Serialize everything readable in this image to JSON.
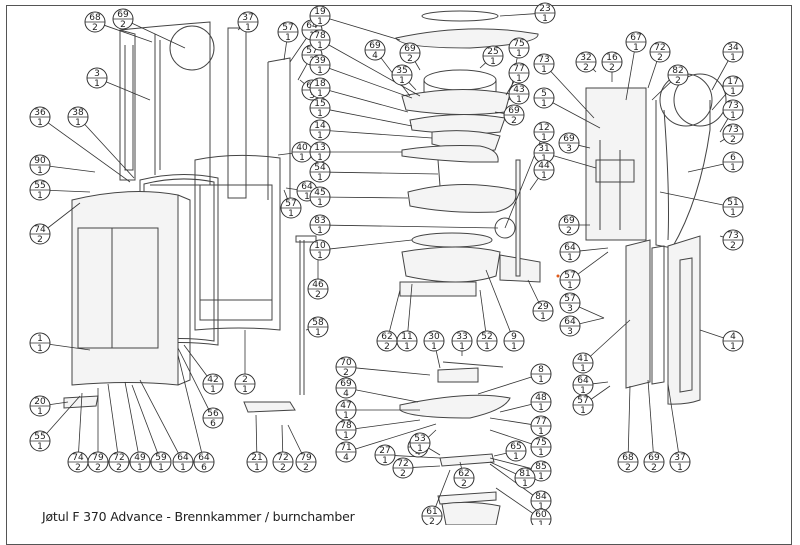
{
  "title": "Jøtul F 370 Advance - Brennkammer / burnchamber",
  "callouts": [
    {
      "part": "68",
      "qty": "2"
    },
    {
      "part": "69",
      "qty": "2"
    },
    {
      "part": "3",
      "qty": "1"
    },
    {
      "part": "36",
      "qty": "1"
    },
    {
      "part": "38",
      "qty": "1"
    },
    {
      "part": "90",
      "qty": "1"
    },
    {
      "part": "55",
      "qty": "1"
    },
    {
      "part": "74",
      "qty": "2"
    },
    {
      "part": "1",
      "qty": "1"
    },
    {
      "part": "20",
      "qty": "1"
    },
    {
      "part": "55",
      "qty": "1"
    },
    {
      "part": "74",
      "qty": "2"
    },
    {
      "part": "79",
      "qty": "2"
    },
    {
      "part": "72",
      "qty": "2"
    },
    {
      "part": "49",
      "qty": "1"
    },
    {
      "part": "59",
      "qty": "1"
    },
    {
      "part": "64",
      "qty": "1"
    },
    {
      "part": "64",
      "qty": "6"
    },
    {
      "part": "42",
      "qty": "1"
    },
    {
      "part": "56",
      "qty": "6"
    },
    {
      "part": "37",
      "qty": "1"
    },
    {
      "part": "57",
      "qty": "1"
    },
    {
      "part": "64",
      "qty": "1"
    },
    {
      "part": "57",
      "qty": "3"
    },
    {
      "part": "64",
      "qty": "3"
    },
    {
      "part": "40",
      "qty": "1"
    },
    {
      "part": "64",
      "qty": "1"
    },
    {
      "part": "57",
      "qty": "1"
    },
    {
      "part": "46",
      "qty": "2"
    },
    {
      "part": "58",
      "qty": "1"
    },
    {
      "part": "2",
      "qty": "1"
    },
    {
      "part": "21",
      "qty": "1"
    },
    {
      "part": "72",
      "qty": "2"
    },
    {
      "part": "79",
      "qty": "2"
    },
    {
      "part": "19",
      "qty": "1"
    },
    {
      "part": "23",
      "qty": "1"
    },
    {
      "part": "78",
      "qty": "1"
    },
    {
      "part": "69",
      "qty": "4"
    },
    {
      "part": "69",
      "qty": "2"
    },
    {
      "part": "25",
      "qty": "1"
    },
    {
      "part": "75",
      "qty": "1"
    },
    {
      "part": "39",
      "qty": "1"
    },
    {
      "part": "35",
      "qty": "1"
    },
    {
      "part": "77",
      "qty": "1"
    },
    {
      "part": "43",
      "qty": "1"
    },
    {
      "part": "18",
      "qty": "1"
    },
    {
      "part": "15",
      "qty": "1"
    },
    {
      "part": "69",
      "qty": "2"
    },
    {
      "part": "14",
      "qty": "1"
    },
    {
      "part": "13",
      "qty": "1"
    },
    {
      "part": "54",
      "qty": "1"
    },
    {
      "part": "45",
      "qty": "1"
    },
    {
      "part": "83",
      "qty": "1"
    },
    {
      "part": "10",
      "qty": "1"
    },
    {
      "part": "73",
      "qty": "1"
    },
    {
      "part": "5",
      "qty": "1"
    },
    {
      "part": "12",
      "qty": "1"
    },
    {
      "part": "31",
      "qty": "1"
    },
    {
      "part": "44",
      "qty": "1"
    },
    {
      "part": "62",
      "qty": "2"
    },
    {
      "part": "11",
      "qty": "1"
    },
    {
      "part": "30",
      "qty": "1"
    },
    {
      "part": "33",
      "qty": "1"
    },
    {
      "part": "52",
      "qty": "1"
    },
    {
      "part": "9",
      "qty": "1"
    },
    {
      "part": "29",
      "qty": "1"
    },
    {
      "part": "70",
      "qty": "2"
    },
    {
      "part": "8",
      "qty": "1"
    },
    {
      "part": "69",
      "qty": "4"
    },
    {
      "part": "47",
      "qty": "1"
    },
    {
      "part": "48",
      "qty": "1"
    },
    {
      "part": "78",
      "qty": "1"
    },
    {
      "part": "77",
      "qty": "1"
    },
    {
      "part": "71",
      "qty": "4"
    },
    {
      "part": "75",
      "qty": "1"
    },
    {
      "part": "66",
      "qty": "4"
    },
    {
      "part": "53",
      "qty": "1"
    },
    {
      "part": "65",
      "qty": "1"
    },
    {
      "part": "27",
      "qty": "1"
    },
    {
      "part": "72",
      "qty": "2"
    },
    {
      "part": "85",
      "qty": "1"
    },
    {
      "part": "81",
      "qty": "1"
    },
    {
      "part": "62",
      "qty": "2"
    },
    {
      "part": "84",
      "qty": "1"
    },
    {
      "part": "61",
      "qty": "2"
    },
    {
      "part": "60",
      "qty": "1"
    },
    {
      "part": "32",
      "qty": "2"
    },
    {
      "part": "16",
      "qty": "2"
    },
    {
      "part": "67",
      "qty": "1"
    },
    {
      "part": "72",
      "qty": "2"
    },
    {
      "part": "82",
      "qty": "2"
    },
    {
      "part": "34",
      "qty": "1"
    },
    {
      "part": "17",
      "qty": "1"
    },
    {
      "part": "73",
      "qty": "1"
    },
    {
      "part": "73",
      "qty": "2"
    },
    {
      "part": "6",
      "qty": "1"
    },
    {
      "part": "69",
      "qty": "3"
    },
    {
      "part": "51",
      "qty": "1"
    },
    {
      "part": "69",
      "qty": "2"
    },
    {
      "part": "73",
      "qty": "2"
    },
    {
      "part": "64",
      "qty": "1"
    },
    {
      "part": "57",
      "qty": "1"
    },
    {
      "part": "57",
      "qty": "3"
    },
    {
      "part": "64",
      "qty": "3"
    },
    {
      "part": "4",
      "qty": "1"
    },
    {
      "part": "41",
      "qty": "1"
    },
    {
      "part": "64",
      "qty": "1"
    },
    {
      "part": "57",
      "qty": "1"
    },
    {
      "part": "68",
      "qty": "2"
    },
    {
      "part": "69",
      "qty": "2"
    },
    {
      "part": "37",
      "qty": "1"
    }
  ]
}
